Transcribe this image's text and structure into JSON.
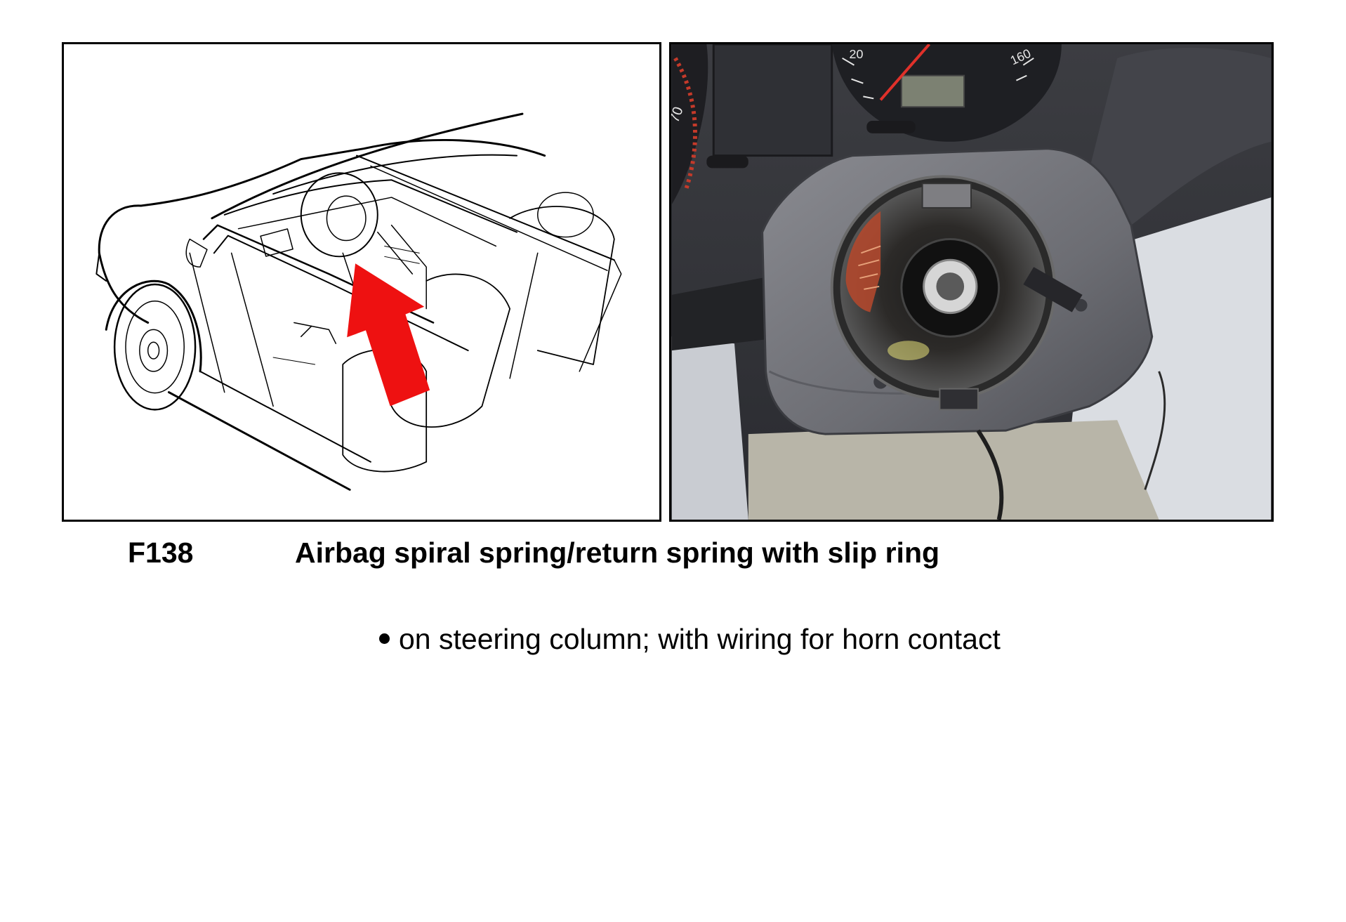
{
  "caption": {
    "code": "F138",
    "title": "Airbag spiral spring/return spring with slip ring"
  },
  "bullets": [
    "on steering column; with wiring for horn contact"
  ],
  "illustration": {
    "left": {
      "kind": "line-drawing",
      "subject": "car-interior-cutaway",
      "arrow_color": "#ee1111"
    },
    "right": {
      "kind": "photo",
      "subject": "steering-column-clock-spring",
      "gauge_labels": [
        "20",
        "160",
        "70"
      ]
    }
  }
}
